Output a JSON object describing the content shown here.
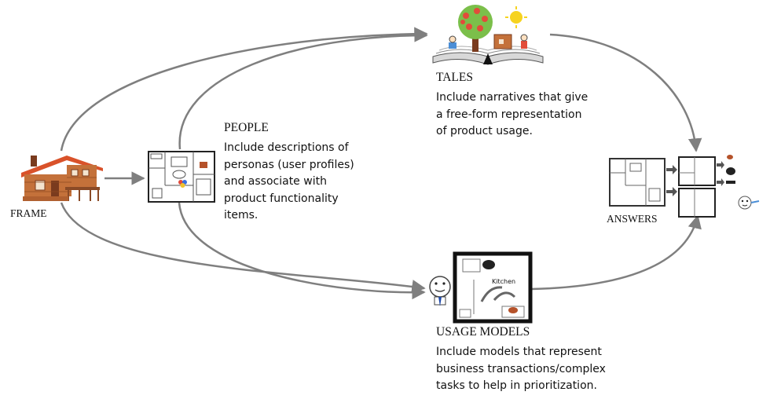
{
  "nodes": {
    "frame": {
      "label": "FRAME",
      "icon": "house-icon"
    },
    "people": {
      "title": "PEOPLE",
      "description": "Include descriptions of\npersonas (user profiles)\nand associate with\nproduct functionality\nitems.",
      "icon": "floor-plan-icon"
    },
    "tales": {
      "title": "TALES",
      "description": "Include narratives that give\na free-form representation\nof product usage.",
      "icon": "open-storybook-icon"
    },
    "usage_models": {
      "title": "USAGE MODELS",
      "description": "Include models that represent\nbusiness transactions/complex\ntasks to help in prioritization.",
      "icon": "kitchen-plan-icon",
      "plan_label": "Kitchen"
    },
    "answers": {
      "label": "ANSWERS",
      "icon": "answers-plans-icon"
    }
  },
  "colors": {
    "arrow": "#7f7f7f",
    "house_brick": "#c4713a",
    "house_roof": "#d9522a",
    "tree_foliage": "#e24c3a",
    "sun": "#f6d320",
    "cup": "#b5522a"
  }
}
